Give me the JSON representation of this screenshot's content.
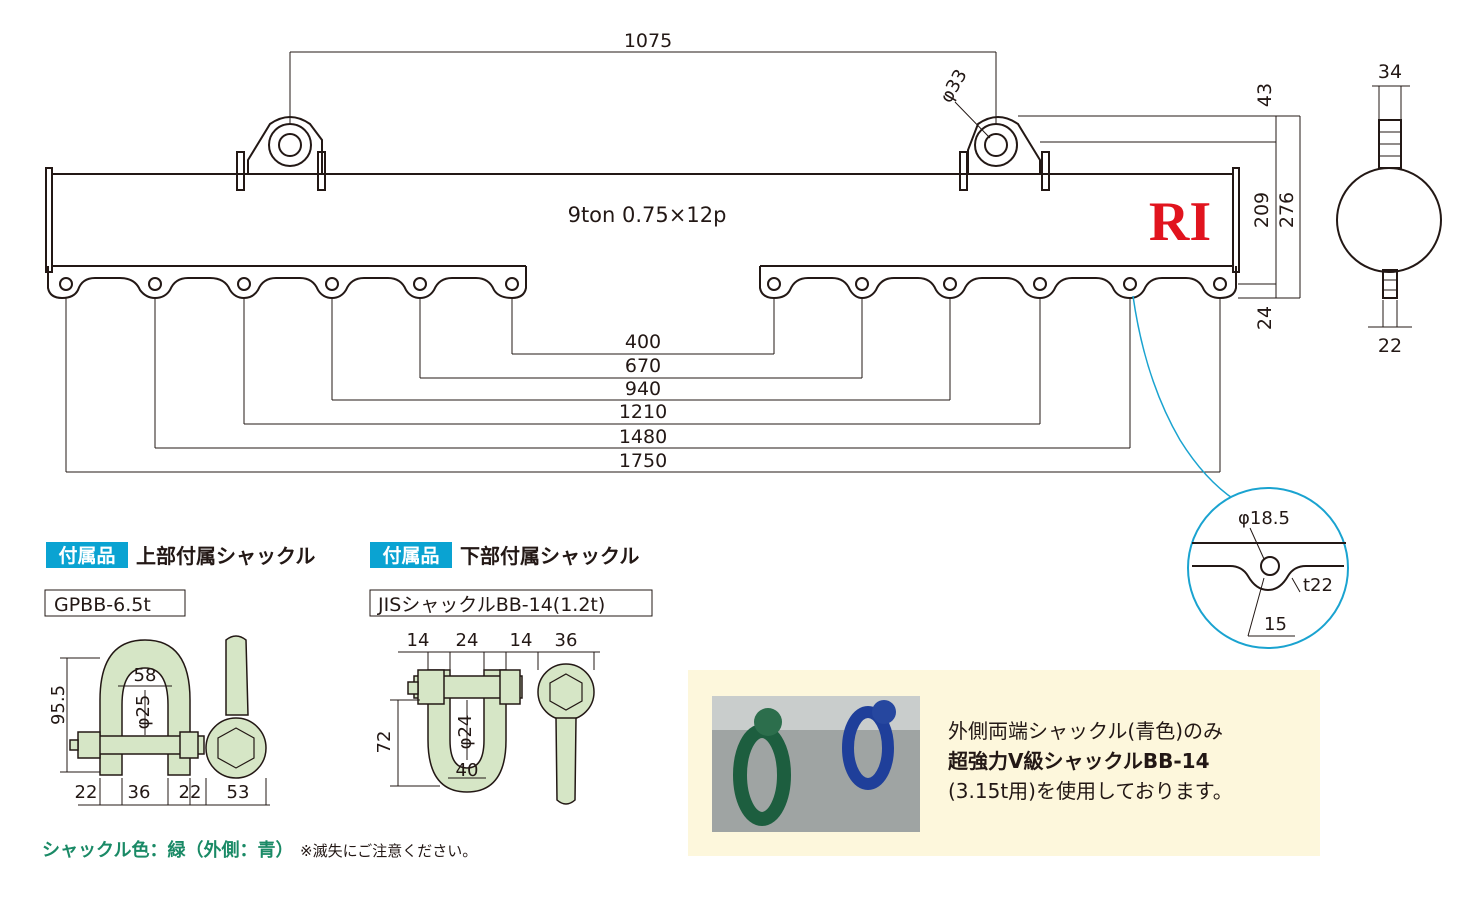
{
  "beam": {
    "label": "9ton  0.75×12p",
    "logo": "RI",
    "logo_color": "#e1141e"
  },
  "dimensions": {
    "top_span": "1075",
    "hole_dia": "φ33",
    "right_43": "43",
    "right_209": "209",
    "right_276": "276",
    "right_24": "24",
    "side_34": "34",
    "side_22": "22",
    "spans": [
      "400",
      "670",
      "940",
      "1210",
      "1480",
      "1750"
    ]
  },
  "detail": {
    "dia": "φ18.5",
    "t": "t22",
    "r": "15",
    "color": "#1aa3d0"
  },
  "upper_shackle": {
    "tag": "付属品",
    "title": "上部付属シャックル",
    "model": "GPBB-6.5t",
    "dims": {
      "h": "95.5",
      "w": "58",
      "pin": "φ25",
      "a": "22",
      "b": "36",
      "c": "22",
      "d": "53"
    }
  },
  "lower_shackle": {
    "tag": "付属品",
    "title": "下部付属シャックル",
    "model": "JISシャックルBB-14(1.2t)",
    "dims": {
      "a": "14",
      "b": "24",
      "c": "14",
      "d": "36",
      "h": "72",
      "pin": "φ24",
      "w": "40"
    }
  },
  "photo_note": {
    "line1": "外側両端シャックル(青色)のみ",
    "line2": "超強力V級シャックルBB-14",
    "line3": "(3.15t用)を使用しております。",
    "bg": "#fdf7dc"
  },
  "footer": {
    "color_note": "シャックル色：緑（外側：青）",
    "caution": "※滅失にご注意ください。"
  }
}
